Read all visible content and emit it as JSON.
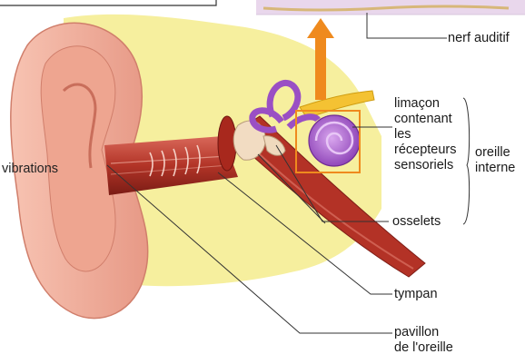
{
  "labels": {
    "auditory_nerve": "nerf auditif",
    "cochlea": [
      "limaçon",
      "contenant",
      "les",
      "récepteurs",
      "sensoriels"
    ],
    "inner_ear": [
      "oreille",
      "interne"
    ],
    "vibrations": "vibrations",
    "ossicles": "osselets",
    "eardrum": "tympan",
    "pinna": [
      "pavillon",
      "de l'oreille"
    ]
  },
  "colors": {
    "skin": "#f1b2a0",
    "tissue": "#f6ef9e",
    "canal": "#b93a2e",
    "cochlea": "#a35cc9",
    "arrow": "#ef8a1e",
    "nerve": "#f4c233",
    "panel": "#e9d7ec"
  }
}
